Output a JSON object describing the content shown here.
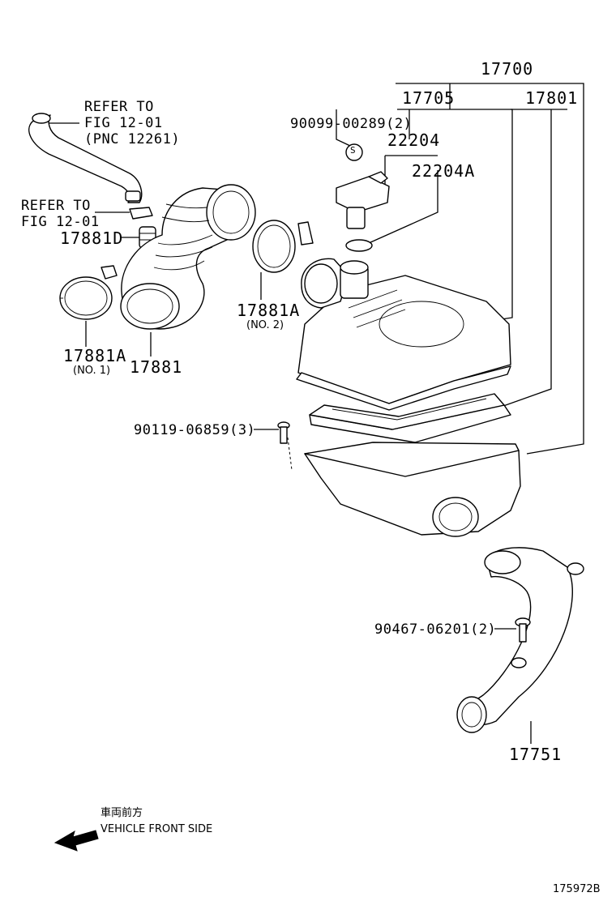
{
  "parts": {
    "p17700": "17700",
    "p17705": "17705",
    "p17801": "17801",
    "p90099": "90099-00289(2)",
    "p22204": "22204",
    "p22204A": "22204A",
    "p17881D": "17881D",
    "p17881A_2": "17881A",
    "p17881A_2_note": "(NO. 2)",
    "p17881A_1": "17881A",
    "p17881A_1_note": "(NO. 1)",
    "p17881": "17881",
    "p90119": "90119-06859(3)",
    "p90467": "90467-06201(2)",
    "p17751": "17751"
  },
  "refs": {
    "ref1_line1": "REFER TO",
    "ref1_line2": "FIG 12-01",
    "ref1_line3": "(PNC 12261)",
    "ref2_line1": "REFER TO",
    "ref2_line2": "FIG 12-01",
    "s_symbol": "S"
  },
  "direction": {
    "jp": "車両前方",
    "en": "VEHICLE FRONT SIDE"
  },
  "figure_id": "175972B"
}
